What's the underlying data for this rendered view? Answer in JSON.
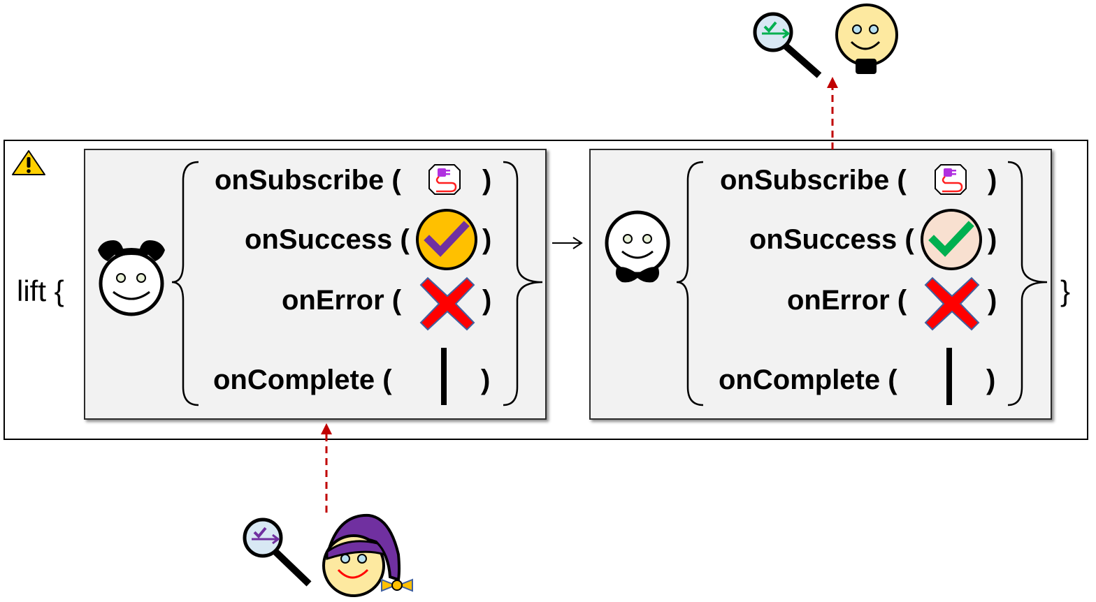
{
  "diagram": {
    "lift_label": "lift {",
    "closing_brace": "}",
    "left_operator": {
      "signals": [
        {
          "name": "onSubscribe (",
          "close": ")"
        },
        {
          "name": "onSuccess (",
          "close": ")"
        },
        {
          "name": "onError (",
          "close": ")"
        },
        {
          "name": "onComplete (",
          "close": ")"
        }
      ]
    },
    "right_operator": {
      "signals": [
        {
          "name": "onSubscribe (",
          "close": ")"
        },
        {
          "name": "onSuccess (",
          "close": ")"
        },
        {
          "name": "onError (",
          "close": ")"
        },
        {
          "name": "onComplete (",
          "close": ")"
        }
      ]
    },
    "icons": [
      "warning-icon",
      "subscribe-plug-icon",
      "success-check-icon",
      "error-x-icon",
      "complete-bar-icon",
      "magnifier-icon",
      "smiley-face-icon",
      "wizard-icon",
      "arrow-icon"
    ],
    "colors": {
      "arrow_dashed": "#c00000",
      "success_left_fill": "#ffc000",
      "success_left_check": "#7030a0",
      "success_right_fill": "#f8e0d0",
      "success_right_check": "#00b050",
      "error_x": "#ff0000",
      "panel_bg": "#f2f2f2",
      "wizard_hat": "#7030a0",
      "face_yellow": "#fde9a0"
    }
  }
}
